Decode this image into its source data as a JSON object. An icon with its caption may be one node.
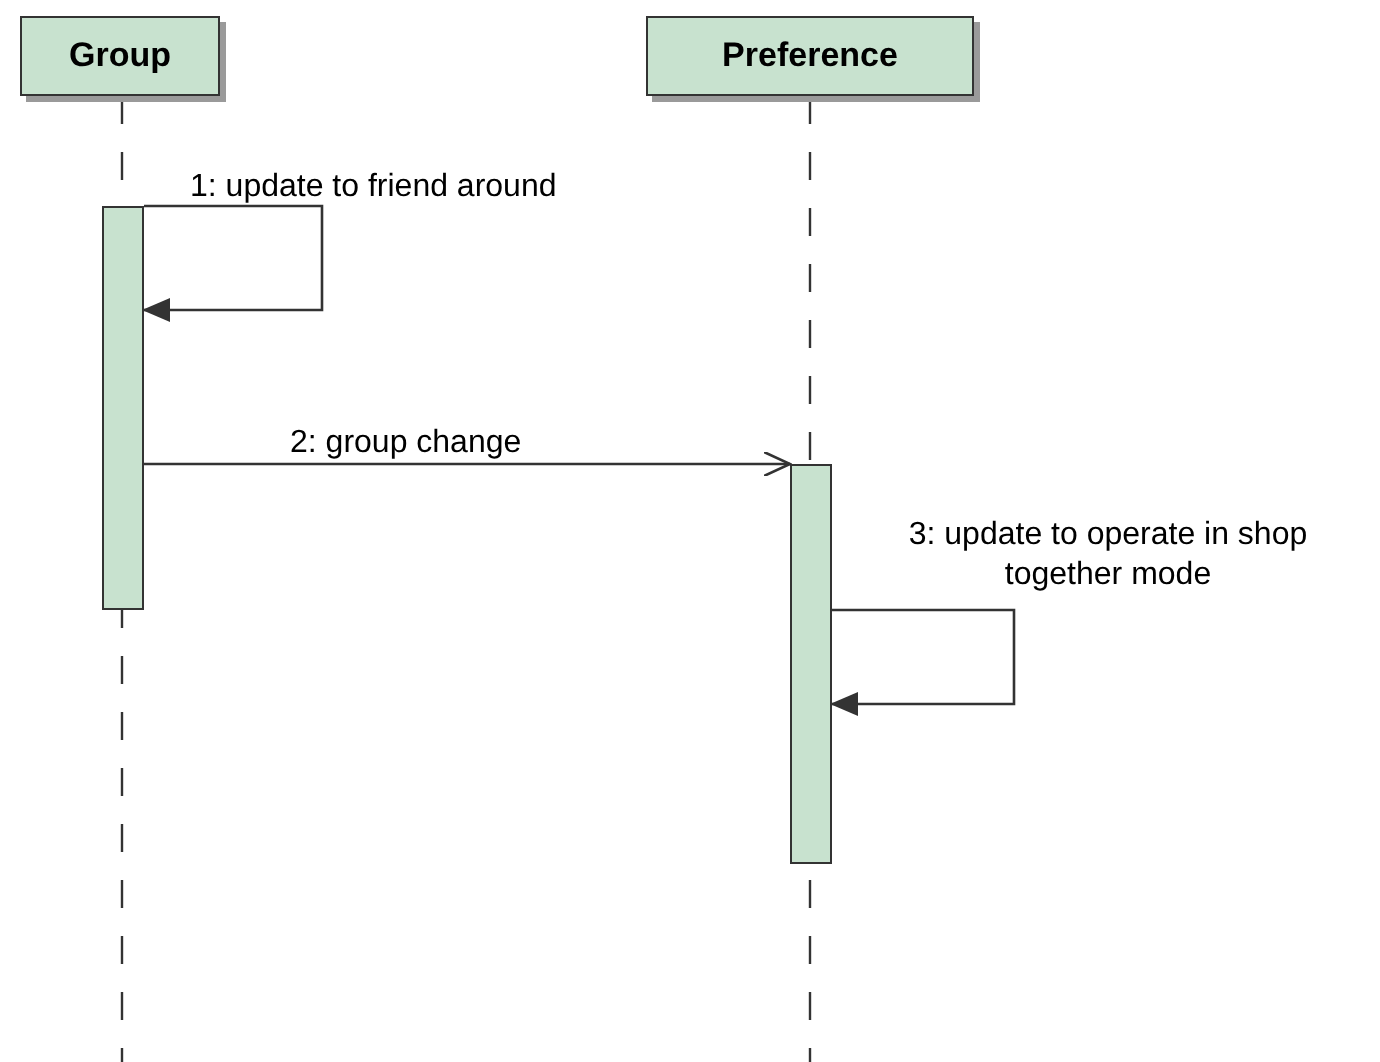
{
  "diagram": {
    "nodes": [
      {
        "text": [
          "Group"
        ]
      },
      {
        "text": [
          "Preference"
        ]
      },
      {
        "text": [],
        "shape": "bar"
      },
      {
        "text": [],
        "shape": "bar"
      }
    ],
    "edges": [
      {
        "from": 2,
        "to": 2,
        "arrow": "to",
        "label": "1: update to friend around"
      },
      {
        "from": 2,
        "to": 3,
        "arrow": "to",
        "label": "2: group change"
      },
      {
        "from": 3,
        "to": 3,
        "arrow": "to",
        "label": "3: update to operate in shop together mode"
      }
    ]
  }
}
